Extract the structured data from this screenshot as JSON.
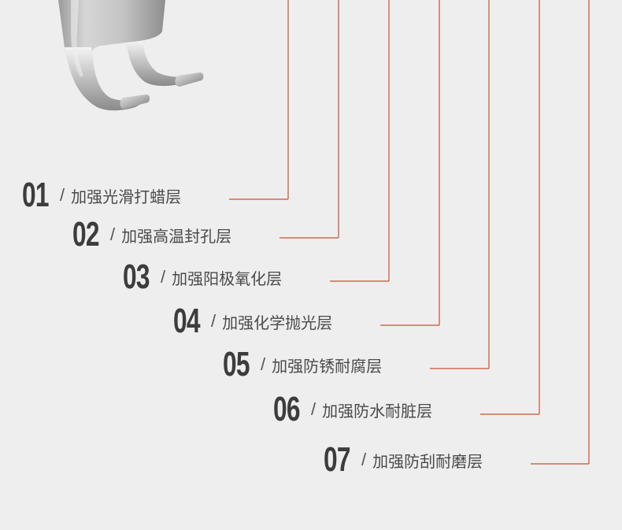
{
  "accent_color": "#c8502e",
  "product_image": "aluminum-hook-icon",
  "layers": [
    {
      "num": "01",
      "separator": "/",
      "label": "加强光滑打蜡层"
    },
    {
      "num": "02",
      "separator": "/",
      "label": "加强高温封孔层"
    },
    {
      "num": "03",
      "separator": "/",
      "label": "加强阳极氧化层"
    },
    {
      "num": "04",
      "separator": "/",
      "label": "加强化学抛光层"
    },
    {
      "num": "05",
      "separator": "/",
      "label": "加强防锈耐腐层"
    },
    {
      "num": "06",
      "separator": "/",
      "label": "加强防水耐脏层"
    },
    {
      "num": "07",
      "separator": "/",
      "label": "加强防刮耐磨层"
    }
  ]
}
